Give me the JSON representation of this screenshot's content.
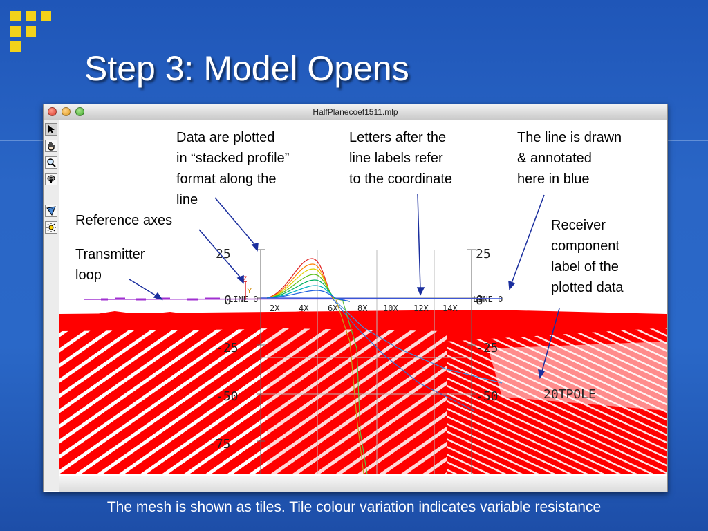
{
  "slide": {
    "title": "Step 3: Model Opens",
    "caption": "The mesh is shown as tiles. Tile colour variation indicates variable resistance",
    "accent": "#f2d21a",
    "background": "#2a66c6"
  },
  "window": {
    "title": "HalfPlanecoef1511.mlp",
    "buttons": [
      "close-button",
      "minimize-button",
      "zoom-button"
    ],
    "tools": [
      {
        "name": "arrow-tool-icon",
        "selected": true
      },
      {
        "name": "hand-tool-icon",
        "selected": false
      },
      {
        "name": "magnifier-tool-icon",
        "selected": false
      },
      {
        "name": "brain-tool-icon",
        "selected": false
      },
      {
        "name": "perspective-tool-icon",
        "selected": false
      },
      {
        "name": "light-tool-icon",
        "selected": false
      }
    ]
  },
  "plot": {
    "left_axis_ticks": [
      "25",
      "0",
      "-25",
      "-50",
      "-75"
    ],
    "right_axis_ticks": [
      "25",
      "0",
      "-25",
      "-50"
    ],
    "left_line_label": "LINE_0",
    "right_line_label": "LINE_0",
    "z_axis_label": "Z",
    "y_axis_label": "Y",
    "x_ticks": [
      "2X",
      "4X",
      "6X",
      "8X",
      "10X",
      "12X",
      "14X"
    ],
    "component_label": "20TPOLE",
    "mesh_color": "#ff0000",
    "line_color": "#3a55d8",
    "loop_color": "#a030d0"
  },
  "annotations": {
    "stacked_profile": [
      "Data are plotted",
      "in “stacked  profile”",
      "format along the",
      "line"
    ],
    "letters": [
      "Letters after the",
      "line labels refer",
      "to the coordinate"
    ],
    "line_drawn": [
      "The line is drawn",
      "& annotated",
      "here in blue"
    ],
    "reference_axes": "Reference axes",
    "transmitter": [
      "Transmitter",
      "loop"
    ],
    "receiver": [
      "Receiver",
      "component",
      "label of the",
      "plotted data"
    ]
  }
}
